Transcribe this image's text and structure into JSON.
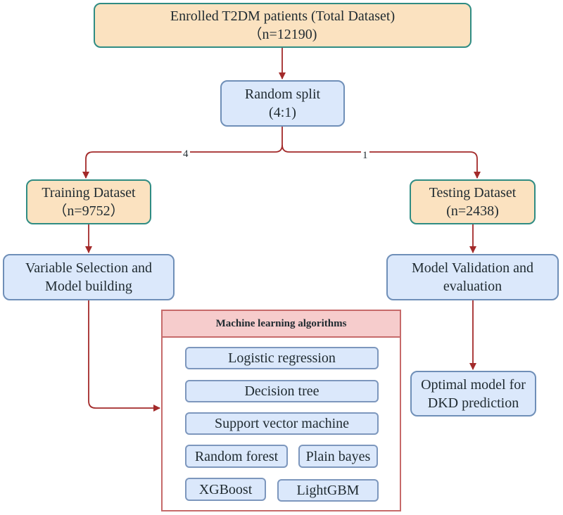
{
  "nodes": {
    "total": {
      "line1": "Enrolled T2DM patients (Total Dataset)",
      "line2": "（n=12190)"
    },
    "split": {
      "line1": "Random split",
      "line2": "(4:1)"
    },
    "training": {
      "line1": "Training Dataset",
      "line2": "（n=9752）"
    },
    "testing": {
      "line1": "Testing Dataset",
      "line2": "(n=2438)"
    },
    "variable_selection": {
      "line1": "Variable Selection and",
      "line2": "Model building"
    },
    "validation": {
      "line1": "Model Validation and",
      "line2": "evaluation"
    },
    "optimal": {
      "line1": "Optimal model for",
      "line2": "DKD prediction"
    }
  },
  "edge_labels": {
    "left": "4",
    "right": "1"
  },
  "ml_group": {
    "title": "Machine learning algorithms",
    "algorithms": {
      "logistic": "Logistic regression",
      "decision_tree": "Decision tree",
      "svm": "Support vector machine",
      "random_forest": "Random forest",
      "plain_bayes": "Plain bayes",
      "xgboost": "XGBoost",
      "lightgbm": "LightGBM"
    }
  },
  "colors": {
    "dataset_fill": "#fbe2c0",
    "dataset_border": "#2f8c83",
    "process_fill": "#dbe8fb",
    "process_border": "#6f8fb8",
    "ml_header_fill": "#f6cccc",
    "ml_border": "#c66a6a",
    "arrow": "#a32a2a"
  }
}
